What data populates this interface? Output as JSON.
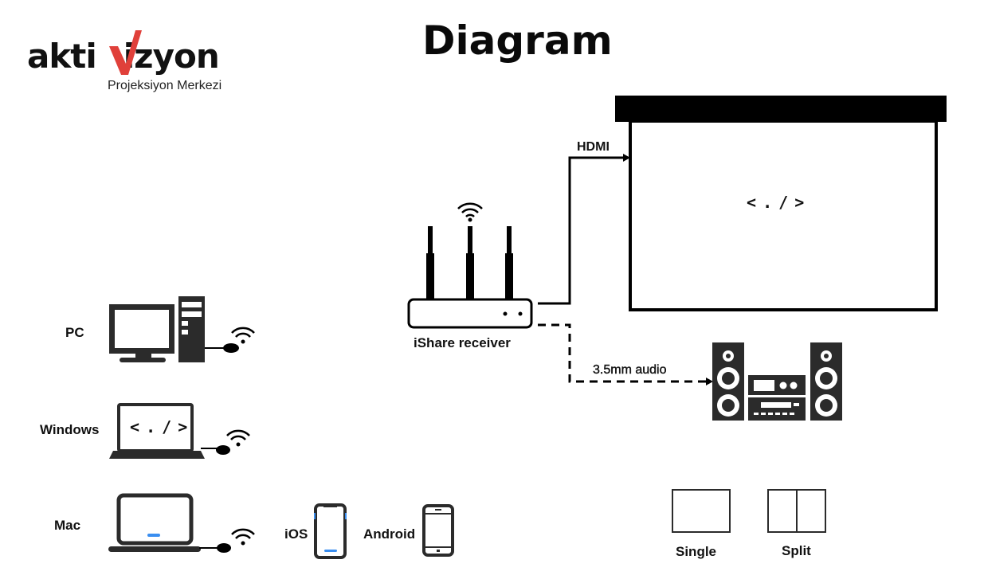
{
  "logo": {
    "brand_prefix": "akti",
    "brand_suffix": "izyon",
    "tagline": "Projeksiyon Merkezi",
    "accent_color": "#e0403a"
  },
  "title": "Diagram",
  "receiver": {
    "label": "iShare receiver",
    "icon": "router-icon"
  },
  "screen": {
    "content": "< . / >",
    "icon": "projector-screen-icon"
  },
  "connections": {
    "hdmi": "HDMI",
    "audio": "3.5mm audio"
  },
  "audio_system": {
    "icon": "stereo-system-icon"
  },
  "sources": [
    {
      "label": "PC",
      "icon": "desktop-pc-icon"
    },
    {
      "label": "Windows",
      "icon": "laptop-icon",
      "screen_text": "< . / >"
    },
    {
      "label": "Mac",
      "icon": "macbook-icon"
    },
    {
      "label": "iOS",
      "icon": "iphone-icon"
    },
    {
      "label": "Android",
      "icon": "android-phone-icon"
    }
  ],
  "display_modes": [
    {
      "label": "Single",
      "icon": "single-screen-icon"
    },
    {
      "label": "Split",
      "icon": "split-screen-icon"
    }
  ],
  "colors": {
    "ink": "#111111",
    "dark_fill": "#2b2b2b",
    "blue_accent": "#3a8ef0"
  }
}
